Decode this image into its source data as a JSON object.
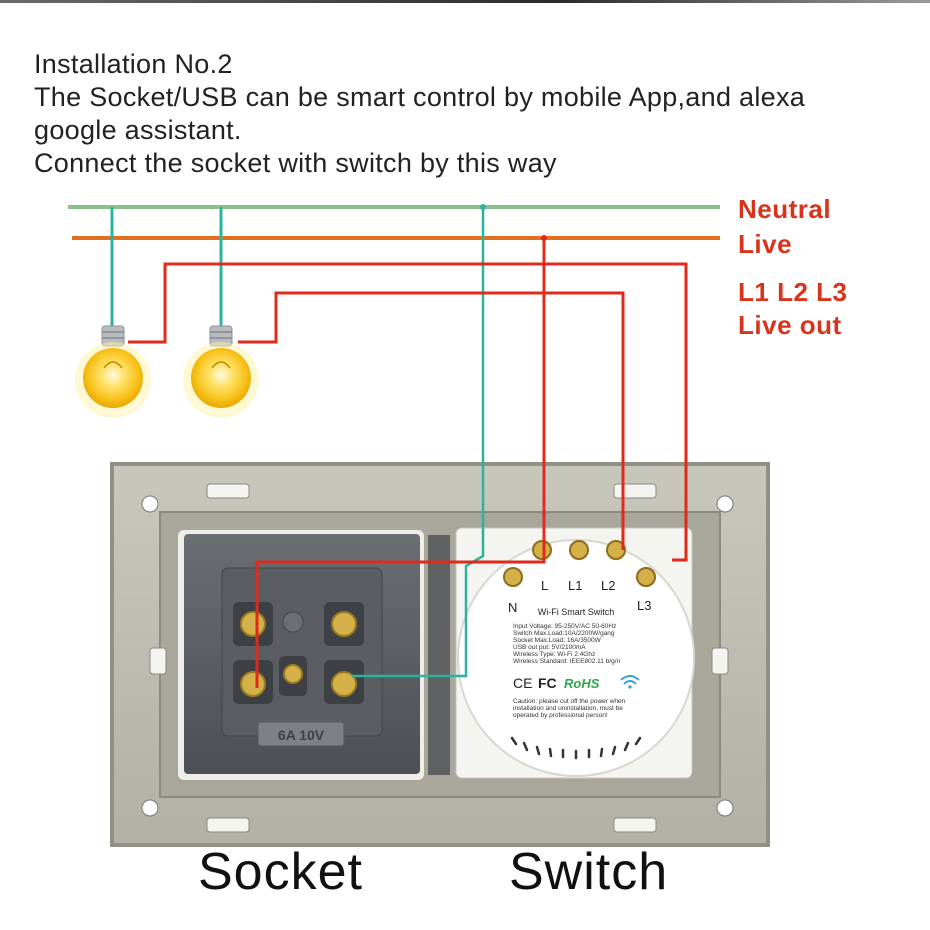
{
  "intro": {
    "line1": "Installation No.2",
    "line2": "The Socket/USB can be smart control by mobile App,and alexa",
    "line3": "google assistant.",
    "line4": "Connect the socket with switch by this way"
  },
  "wires": {
    "neutral": "Neutral",
    "live": "Live",
    "live_out_1": "L1 L2 L3",
    "live_out_2": "Live out"
  },
  "terminals": {
    "n": "N",
    "l": "L",
    "l1": "L1",
    "l2": "L2",
    "l3": "L3"
  },
  "module": {
    "title": "Wi-Fi Smart Switch",
    "specs": [
      "Input Voltage: 95-250V/AC 50-60Hz",
      "Switch Max.Load:10A/2200W/gang",
      "Socket Max.Load: 16A/3500W",
      "USB out put: 5V/2100mA",
      "Wireless Type: Wi-Fi 2.4Ghz",
      "Wireless Standard: IEEE802.11 b/g/n"
    ],
    "cert_ce": "CE",
    "cert_fc": "FC",
    "cert_rohs": "RoHS",
    "caution": [
      "Caution: please cut off the power when",
      "installation and uninstallation, must be",
      "operated by professional person!"
    ]
  },
  "socket_rating": "6A 10V",
  "labels": {
    "socket": "Socket",
    "switch": "Switch"
  },
  "colors": {
    "neutral_wire": "#7fb77e",
    "live_wire": "#e06a1c",
    "live_out_wire": "#e02a1c",
    "teal_wire": "#2bb3a0",
    "label_red": "#d8341c"
  }
}
